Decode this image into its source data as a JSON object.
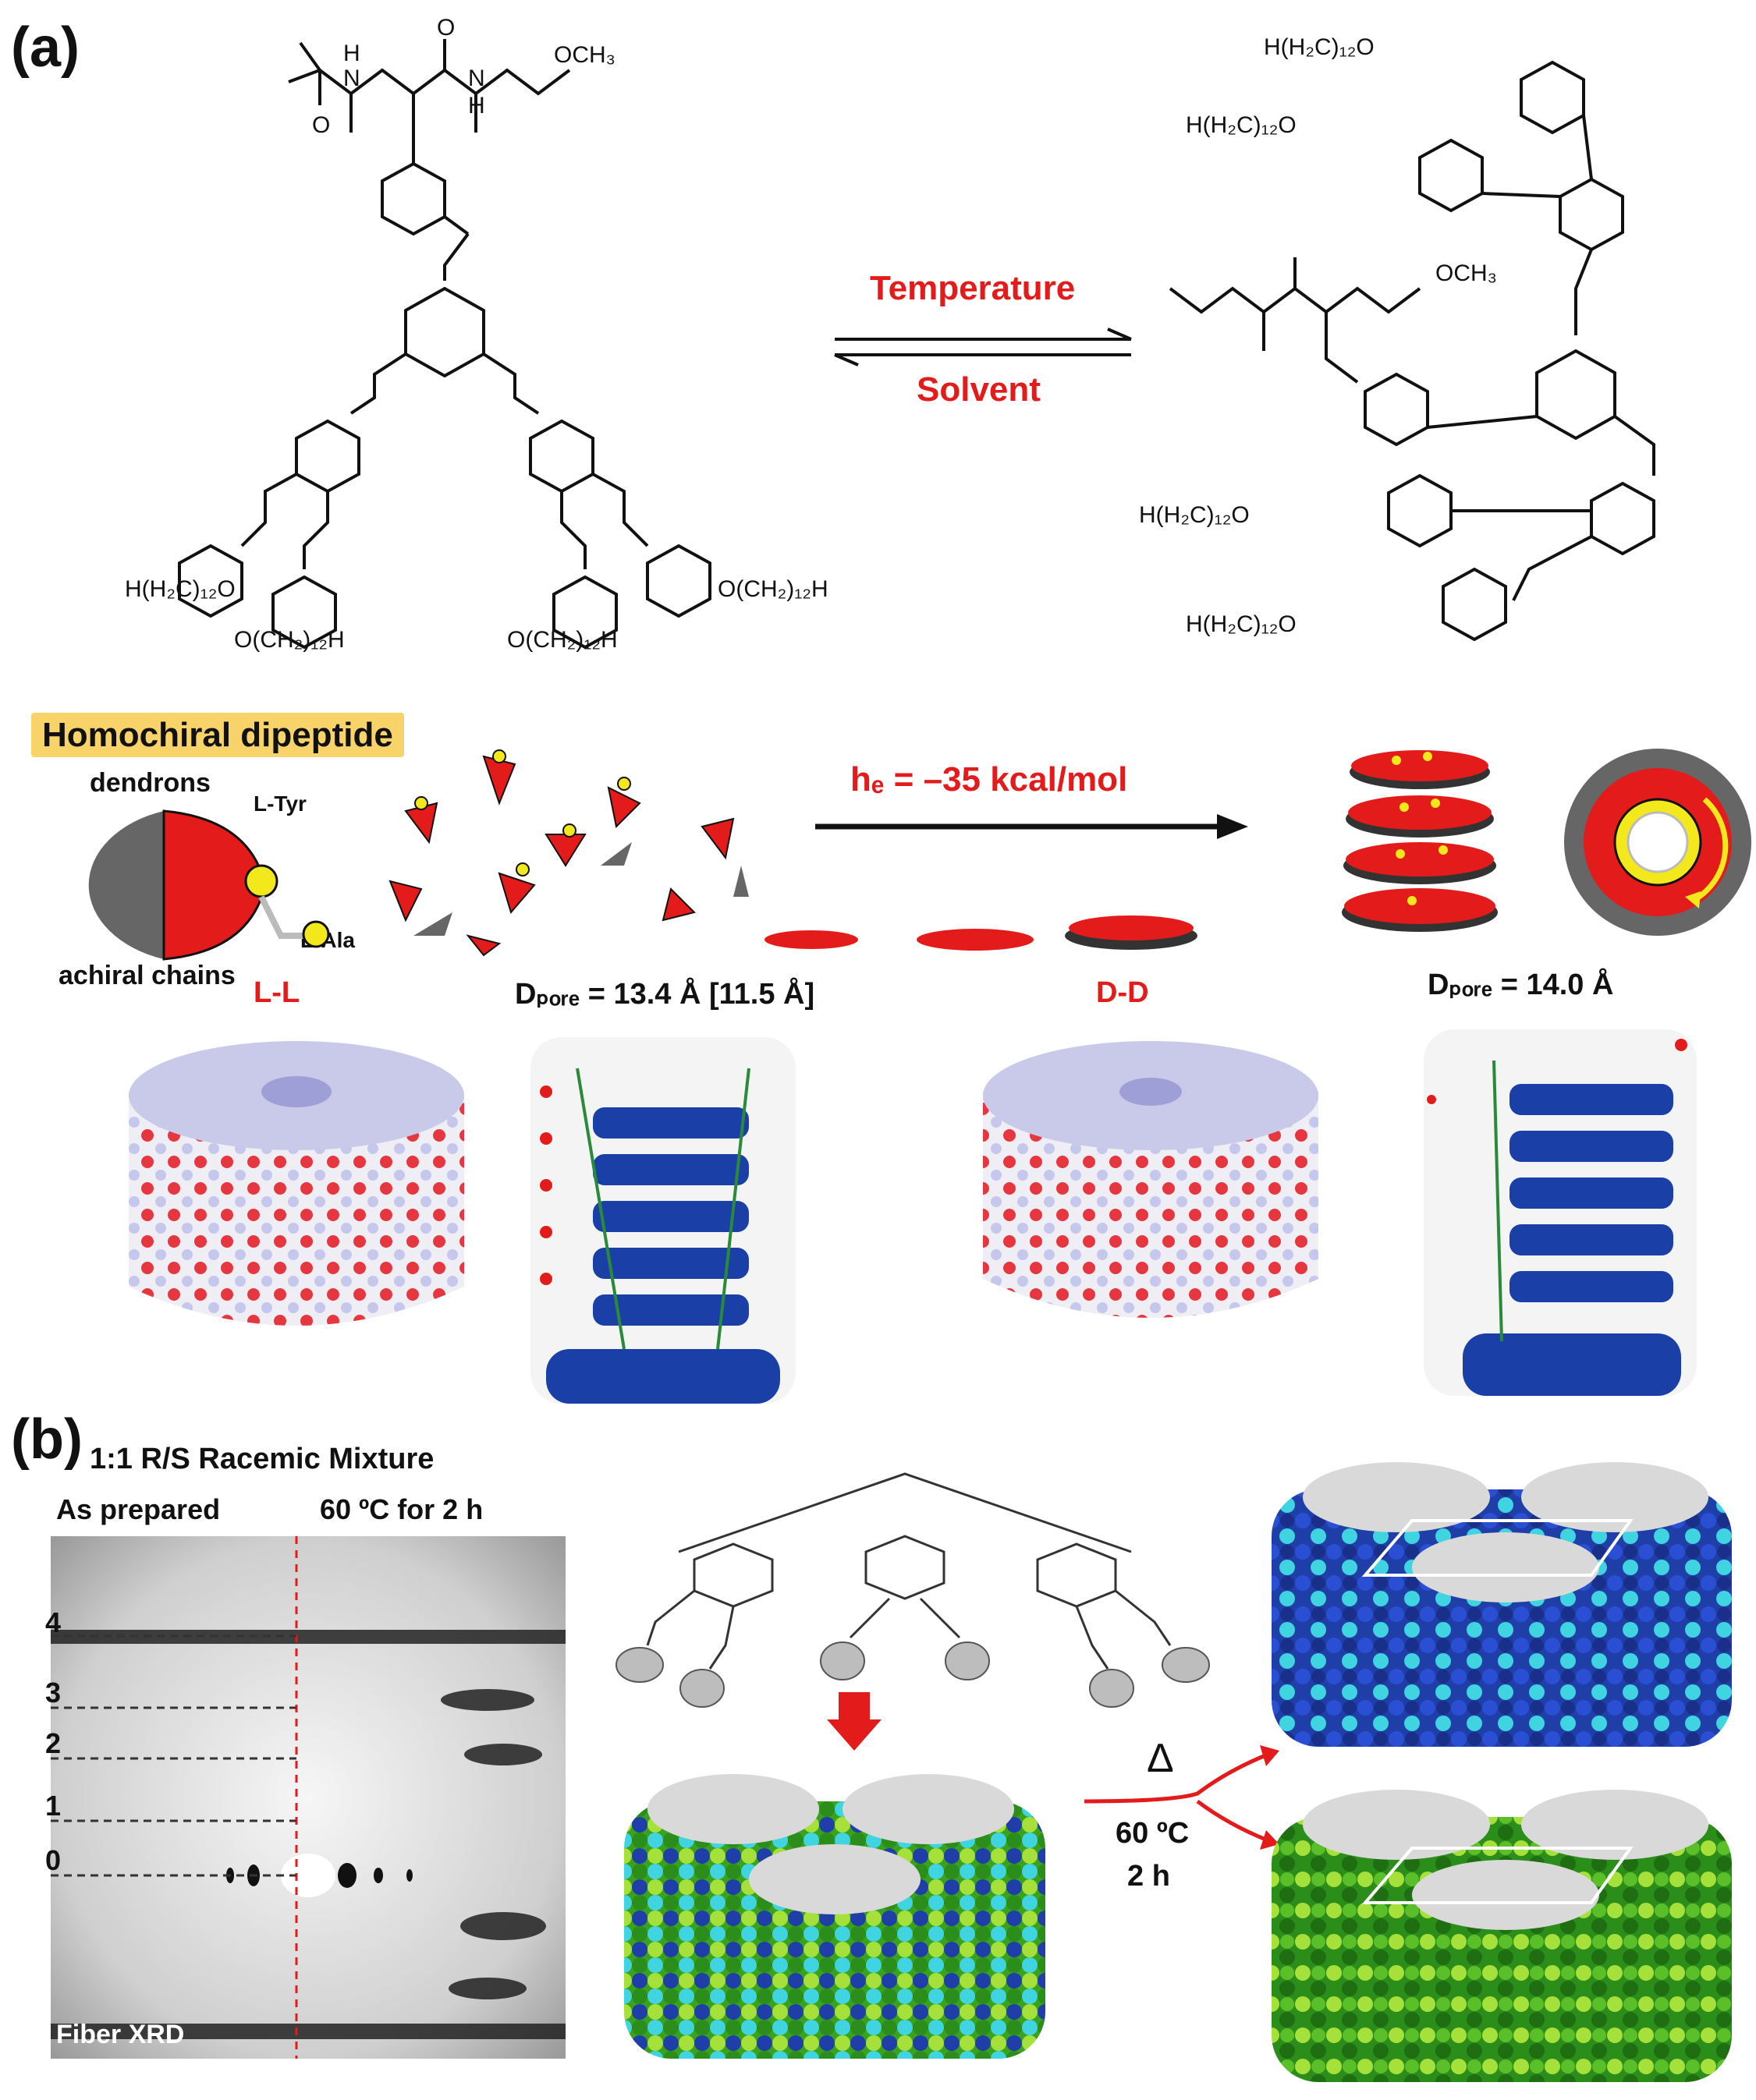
{
  "panel_a": {
    "label": "(a)",
    "arrow_top": "Temperature",
    "arrow_bottom": "Solvent",
    "left_molecule": {
      "groups": [
        "H",
        "N",
        "O",
        "O",
        "N",
        "H",
        "OCH₃",
        "H(H₂C)₁₂O",
        "O(CH₂)₁₂H",
        "O(CH₂)₁₂H",
        "O(CH₂)₁₂H"
      ]
    },
    "right_molecule": {
      "groups": [
        "H(H₂C)₁₂O",
        "H(H₂C)₁₂O",
        "OCH₃",
        "H(H₂C)₁₂O",
        "H(H₂C)₁₂O"
      ]
    },
    "assembly": {
      "badge": "Homochiral dipeptide",
      "dendrons": "dendrons",
      "tyr": "L-Tyr",
      "ala": "L-Ala",
      "chains": "achiral  chains",
      "energy": "hₑ = –35 kcal/mol"
    },
    "models": {
      "ll": "L-L",
      "dd": "D-D",
      "pore1": "Dₚₒᵣₑ = 13.4 Å [11.5 Å]",
      "pore2": "Dₚₒᵣₑ = 14.0 Å"
    }
  },
  "panel_b": {
    "label": "(b)",
    "title": "1:1 R/S Racemic Mixture",
    "left_col": "As prepared",
    "right_col": "60 ºC for 2 h",
    "layer_lines": [
      "4",
      "3",
      "2",
      "1",
      "0"
    ],
    "footer": "Fiber XRD",
    "delta": "Δ",
    "cond1": "60 ºC",
    "cond2": "2 h"
  },
  "colors": {
    "accent_red": "#e31b1b",
    "badge": "#f7d36a",
    "blue": "#1f3ea8",
    "cyan": "#3fd4e0",
    "green": "#3aa21e",
    "lime": "#a6e03a"
  }
}
